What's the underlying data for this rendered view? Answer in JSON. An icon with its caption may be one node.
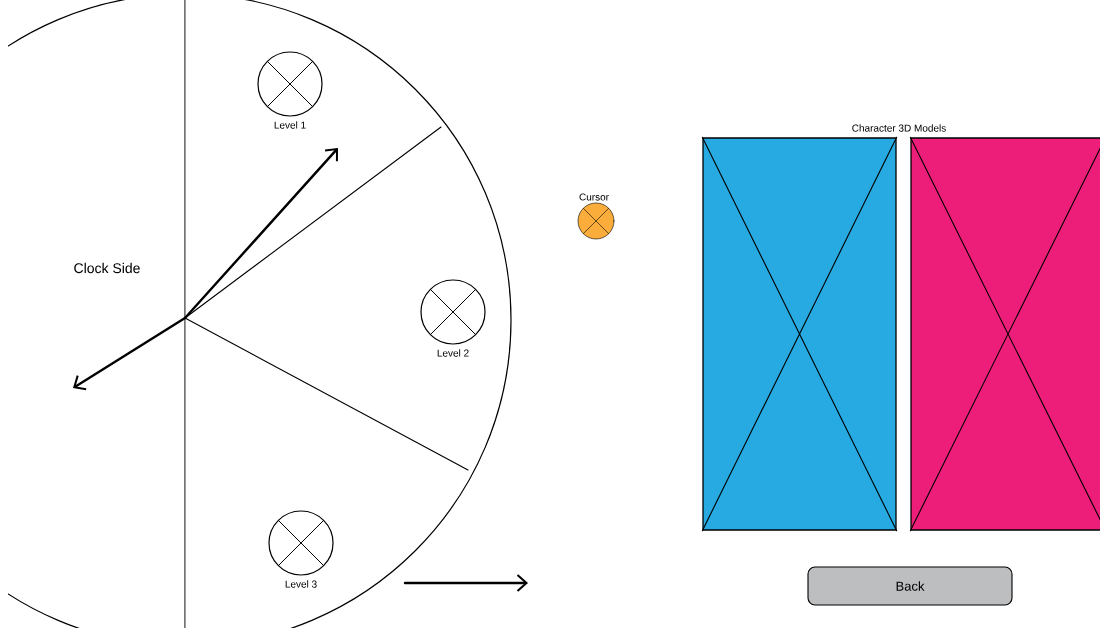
{
  "diagram": {
    "nodes": [
      {
        "text": [
          "Clock Side"
        ]
      },
      {
        "text": [
          "Level 1"
        ],
        "in": 0
      },
      {
        "text": [
          "Level 2"
        ],
        "in": 0
      },
      {
        "text": [
          "Level 3"
        ],
        "in": 0
      },
      {
        "text": [
          "Cursor"
        ]
      },
      {
        "text": [],
        "shape": "box"
      },
      {
        "text": [],
        "shape": "box"
      },
      {
        "text": [
          "Back"
        ]
      }
    ],
    "labels": [
      "Character 3D Models"
    ]
  }
}
